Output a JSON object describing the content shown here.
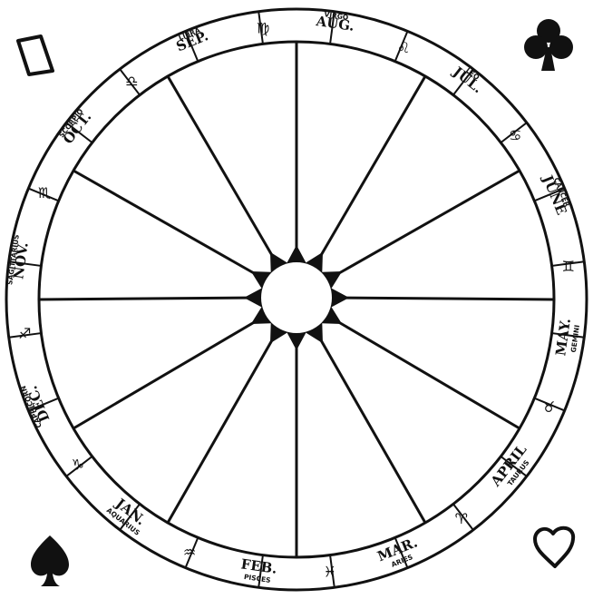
{
  "colors": {
    "ink": "#111111",
    "paper": "#ffffff"
  },
  "corners": [
    {
      "name": "diamond-suit-icon",
      "pos": "top-left",
      "symbol": "♢"
    },
    {
      "name": "club-suit-icon",
      "pos": "top-right",
      "symbol": "♣"
    },
    {
      "name": "spade-suit-icon",
      "pos": "bottom-left",
      "symbol": "♠"
    },
    {
      "name": "heart-suit-icon",
      "pos": "bottom-right",
      "symbol": "♡"
    }
  ],
  "zodiac": [
    {
      "month": "JAN.",
      "sign": "AQUARIUS",
      "glyph": "♒"
    },
    {
      "month": "FEB.",
      "sign": "PISCES",
      "glyph": "♓"
    },
    {
      "month": "MAR.",
      "sign": "ARIES",
      "glyph": "♈"
    },
    {
      "month": "APRIL",
      "sign": "TAURUS",
      "glyph": "♉"
    },
    {
      "month": "MAY.",
      "sign": "GEMINI",
      "glyph": "♊"
    },
    {
      "month": "JUNE",
      "sign": "CANCER",
      "glyph": "♋"
    },
    {
      "month": "JUL.",
      "sign": "LEO",
      "glyph": "♌"
    },
    {
      "month": "AUG.",
      "sign": "VIRGO",
      "glyph": "♍"
    },
    {
      "month": "SEP.",
      "sign": "LIBRA",
      "glyph": "♎"
    },
    {
      "month": "OCT.",
      "sign": "SCORPIO",
      "glyph": "♏"
    },
    {
      "month": "NOV.",
      "sign": "SAGITTARIUS",
      "glyph": "♐"
    },
    {
      "month": "DEC.",
      "sign": "CAPRICORN",
      "glyph": "♑"
    }
  ]
}
